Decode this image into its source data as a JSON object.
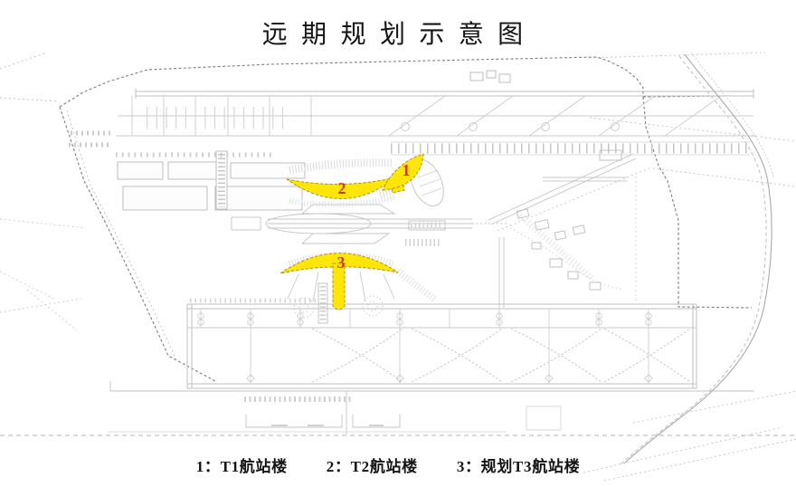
{
  "title": "远期规划示意图",
  "legend": {
    "items": [
      {
        "label": "1：T1航站楼"
      },
      {
        "label": "2：T2航站楼"
      },
      {
        "label": "3：规划T3航站楼"
      }
    ]
  },
  "map": {
    "terminal_numbers": {
      "t1": "1",
      "t2": "2",
      "t3": "3"
    },
    "terminals": [
      {
        "number": "1",
        "name": "T1航站楼"
      },
      {
        "number": "2",
        "name": "T2航站楼"
      },
      {
        "number": "3",
        "name": "规划T3航站楼"
      }
    ],
    "colors": {
      "terminal_fill": "#ffe60a",
      "terminal_outline": "#b2940a",
      "terminal_number": "#cf3a17",
      "linework_light": "#c8c8c8",
      "boundary_dark": "#787878",
      "text": "#141414"
    }
  }
}
